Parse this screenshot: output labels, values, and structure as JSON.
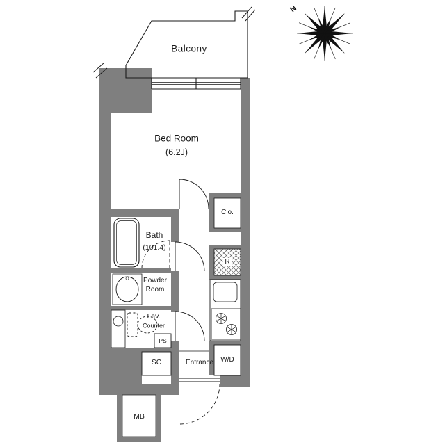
{
  "colors": {
    "wall": "#7f7f7f",
    "line": "#1a1a1a",
    "background": "#ffffff"
  },
  "compass": {
    "north_label": "N"
  },
  "rooms": {
    "balcony": {
      "label": "Balcony"
    },
    "bedroom": {
      "label": "Bed Room",
      "size": "(6.2J)"
    },
    "bath": {
      "label": "Bath",
      "size": "(101.4)"
    },
    "closet": {
      "label": "Clo."
    },
    "refrigerator_space": {
      "label": "R"
    },
    "powder_room": {
      "line1": "Powder",
      "line2": "Room"
    },
    "lavatory": {
      "line1": "Lav.",
      "line2": "Counter"
    },
    "pipe_space": {
      "label": "PS"
    },
    "shoe_cabinet": {
      "label": "SC"
    },
    "entrance": {
      "label": "Entrance"
    },
    "washer_dryer": {
      "label": "W/D"
    },
    "meter_box": {
      "label": "MB"
    }
  }
}
